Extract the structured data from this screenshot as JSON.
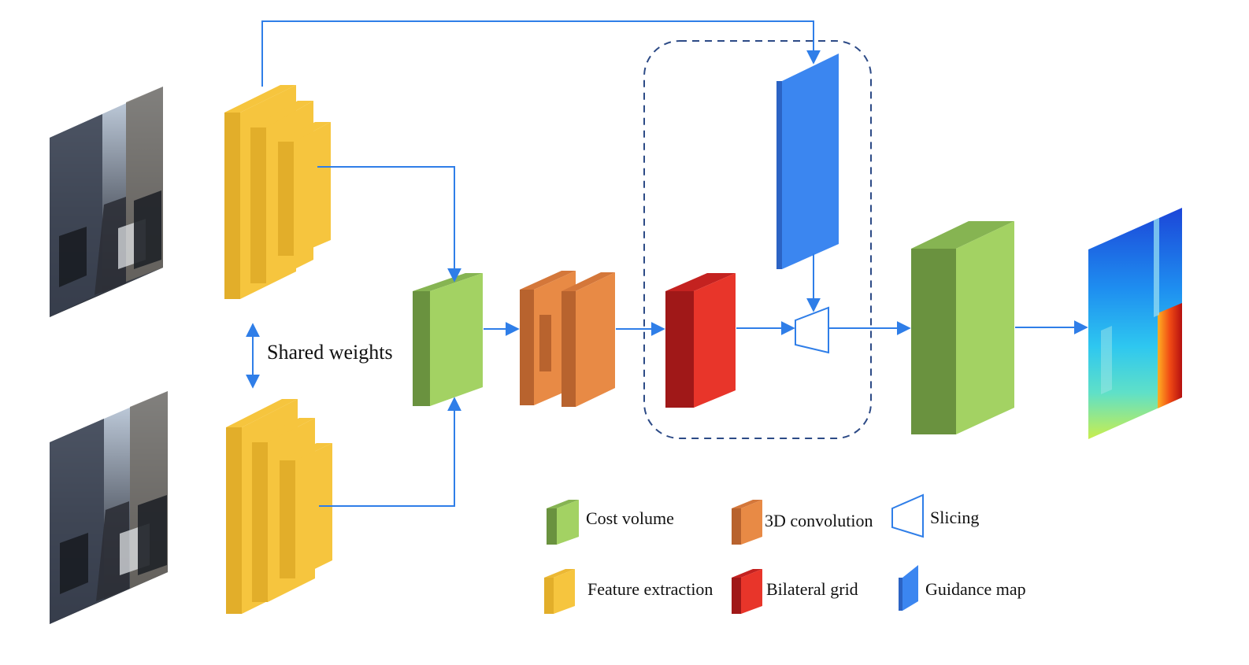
{
  "diagram": {
    "shared_label": "Shared weights"
  },
  "legend": {
    "cost_volume": "Cost volume",
    "conv3d": "3D convolution",
    "slicing": "Slicing",
    "feature_extraction": "Feature extraction",
    "bilateral_grid": "Bilateral grid",
    "guidance_map": "Guidance map"
  },
  "colors": {
    "arrow": "#2f7ee8",
    "yellow_front": "#f6c53e",
    "yellow_side": "#e2ae2a",
    "green_front": "#a3d263",
    "green_side": "#6a923f",
    "orange_front": "#e88a45",
    "orange_side": "#b8632e",
    "red_front": "#e8352a",
    "red_side": "#a01818",
    "blue_front": "#3b86f0",
    "blue_side": "#2b63c4"
  }
}
